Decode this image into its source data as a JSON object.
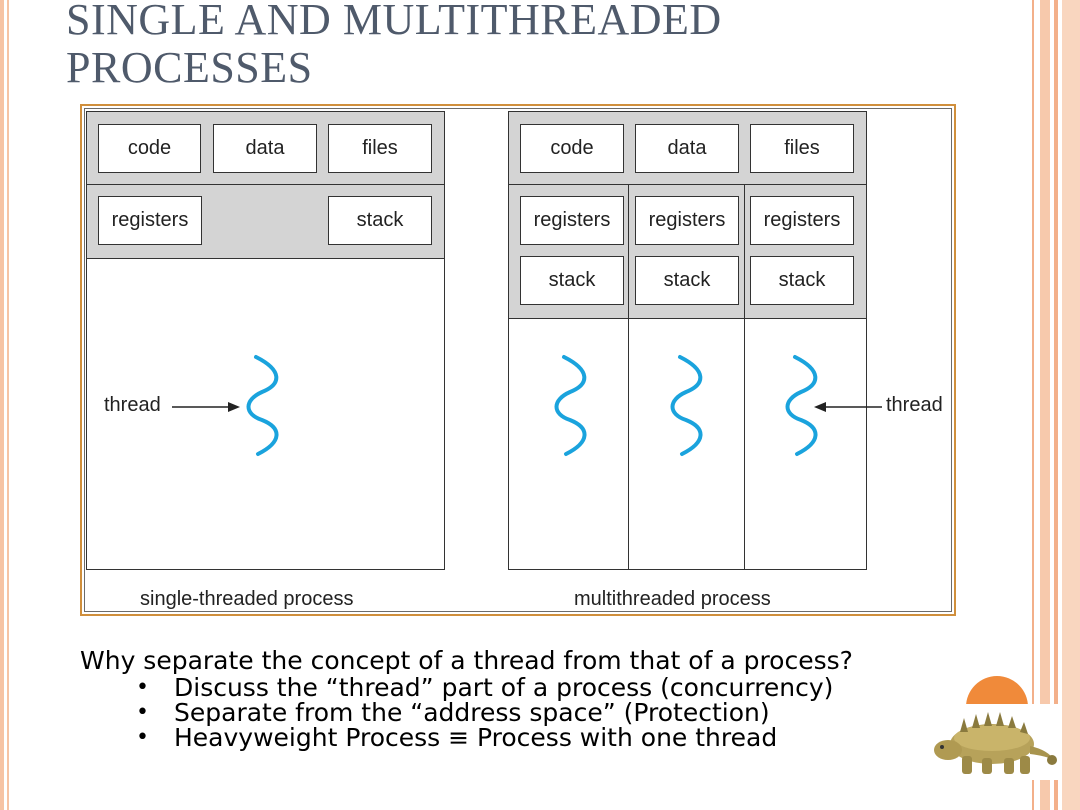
{
  "title": {
    "line1": "SINGLE AND MULTITHREADED",
    "line2": "PROCESSES"
  },
  "single": {
    "code": "code",
    "data": "data",
    "files": "files",
    "registers": "registers",
    "stack": "stack",
    "thread_label": "thread",
    "caption": "single-threaded process"
  },
  "multi": {
    "code": "code",
    "data": "data",
    "files": "files",
    "registers": [
      "registers",
      "registers",
      "registers"
    ],
    "stacks": [
      "stack",
      "stack",
      "stack"
    ],
    "thread_label": "thread",
    "caption": "multithreaded process"
  },
  "text": {
    "question": "Why separate the concept of a thread from that of a process?",
    "bullets": [
      "Discuss the “thread” part of a process (concurrency)",
      "Separate from the “address space” (Protection)",
      "Heavyweight Process ≡ Process with one thread"
    ],
    "bullet_glyph": "•"
  },
  "colors": {
    "title": "#4f5a6b",
    "frame": "#d08f3c",
    "thread": "#1aa3dd",
    "panel_gray": "#d4d4d4",
    "accent_circle": "#f08a3a",
    "stripes": "#f3b08a"
  }
}
